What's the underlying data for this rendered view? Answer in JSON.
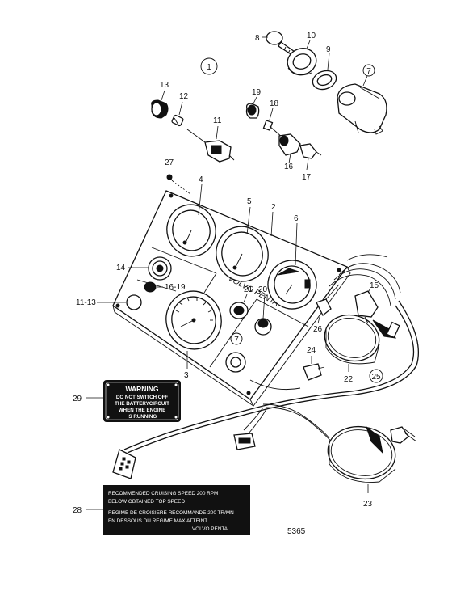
{
  "figure": {
    "group_number": "1",
    "drawing_number": "5365",
    "panel_brand": "VOLVO PENTA"
  },
  "callouts": {
    "c2": "2",
    "c3": "3",
    "c4": "4",
    "c5": "5",
    "c6": "6",
    "c7_switch": "7",
    "c7_panel": "7",
    "c8": "8",
    "c9": "9",
    "c10": "10",
    "c11": "11",
    "c12": "12",
    "c13": "13",
    "c14": "14",
    "c15": "15",
    "c16": "16",
    "c17": "17",
    "c18": "18",
    "c19": "19",
    "c20": "20",
    "c21": "21",
    "c22": "22",
    "c23": "23",
    "c24": "24",
    "c25": "25",
    "c26": "26",
    "c27": "27",
    "c28": "28",
    "c29": "29",
    "c11_13": "11-13",
    "c16_19": "16-19"
  },
  "warning_plate": {
    "title": "WARNING",
    "lines": [
      "DO NOT SWITCH OFF",
      "THE BATTERYCIRCUIT",
      "WHEN THE ENGINE",
      "IS RUNNING"
    ]
  },
  "speed_plate": {
    "lines": [
      "RECOMMENDED CRUISING SPEED 200 RPM",
      "BELOW OBTAINED TOP SPEED",
      "REGIME DE CROISIERE RECOMMANDE 200 TR/MN",
      "EN DESSOUS DU REGIME MAX ATTEINT",
      "VOLVO PENTA"
    ]
  }
}
